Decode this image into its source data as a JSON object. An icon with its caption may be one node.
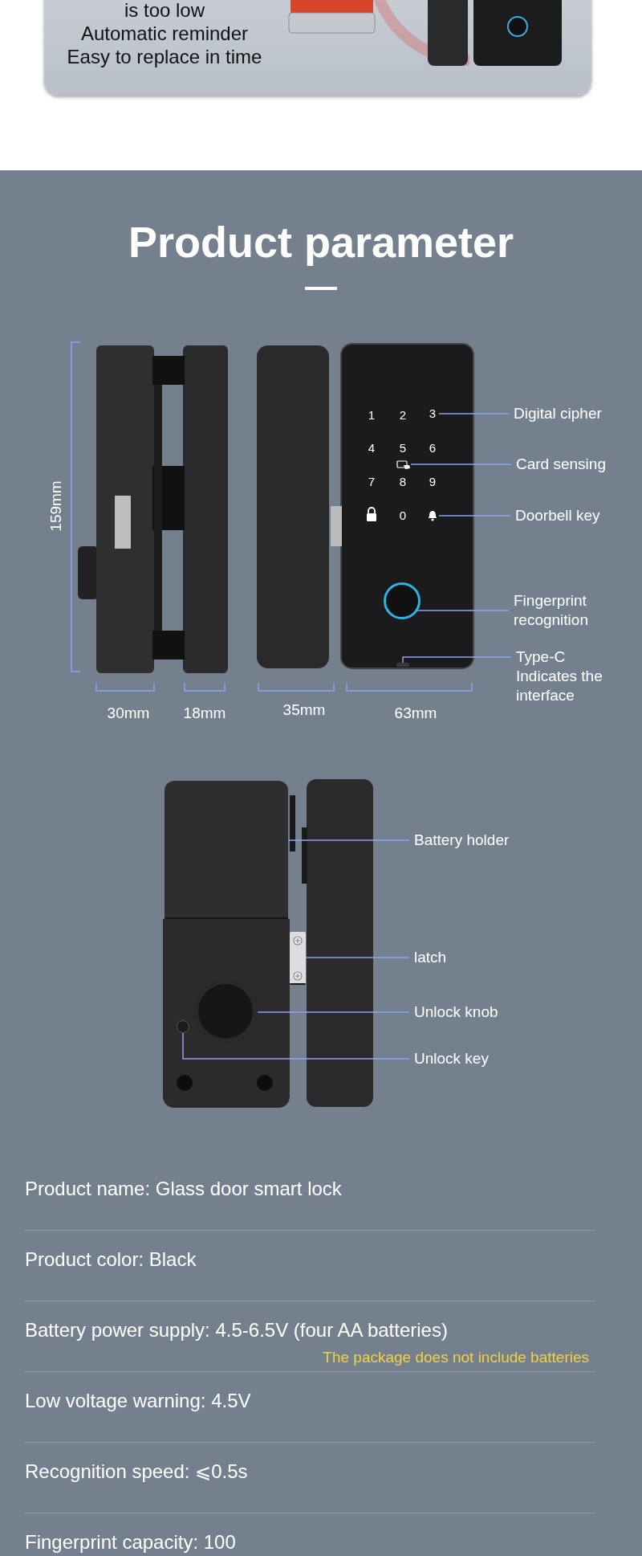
{
  "diagram": {
    "title": "Product parameter",
    "nodes": [
      {
        "text": [
          "Digital cipher"
        ]
      },
      {
        "text": [
          "3"
        ]
      },
      {
        "text": [
          "Card sensing"
        ]
      },
      {
        "text": [],
        "shape": "box"
      },
      {
        "text": [
          "Doorbell key"
        ]
      },
      {
        "text": [],
        "shape": "picture"
      },
      {
        "text": [
          "Fingerprint recognition"
        ]
      },
      {
        "text": [],
        "shape": "circle"
      },
      {
        "text": [
          "Type-C Indicates the interface"
        ]
      },
      {
        "text": [],
        "shape": "bar"
      },
      {
        "text": [
          "Battery holder"
        ]
      },
      {
        "text": [],
        "shape": "box"
      },
      {
        "text": [
          "latch"
        ]
      },
      {
        "text": [],
        "shape": "box"
      },
      {
        "text": [
          "Unlock knob"
        ]
      },
      {
        "text": [],
        "shape": "circle"
      },
      {
        "text": [
          "Unlock key"
        ]
      },
      {
        "text": [],
        "shape": "circle"
      }
    ],
    "edges": [
      {
        "from": 0,
        "to": 1,
        "arrow": "none"
      },
      {
        "from": 2,
        "to": 3,
        "arrow": "none"
      },
      {
        "from": 4,
        "to": 5,
        "arrow": "none"
      },
      {
        "from": 6,
        "to": 7,
        "arrow": "none"
      },
      {
        "from": 8,
        "to": 9,
        "arrow": "none"
      },
      {
        "from": 10,
        "to": 11,
        "arrow": "none"
      },
      {
        "from": 12,
        "to": 13,
        "arrow": "none"
      },
      {
        "from": 14,
        "to": 15,
        "arrow": "none"
      },
      {
        "from": 16,
        "to": 17,
        "arrow": "none"
      }
    ],
    "labels": [
      "is too low",
      "Automatic reminder",
      "Easy to replace in time",
      "159mm",
      "1",
      "2",
      "4",
      "5",
      "6",
      "7",
      "8",
      "9",
      "0",
      "30mm",
      "18mm",
      "35mm",
      "63mm",
      "Product name: Glass door smart lock",
      "Product color: Black",
      "Battery power supply: 4.5-6.5V (four AA batteries)",
      "The package does not include batteries",
      "Low voltage warning: 4.5V",
      "Recognition speed: ⩽0.5s",
      "Fingerprint capacity: 100"
    ]
  }
}
